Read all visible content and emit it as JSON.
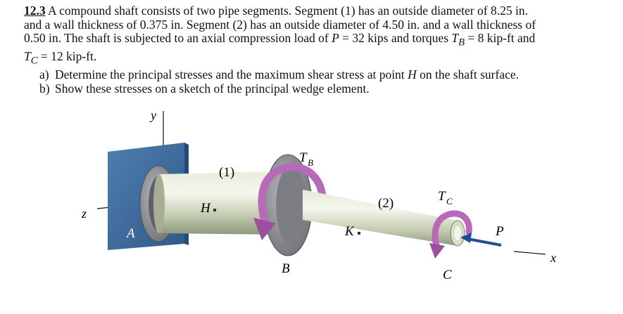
{
  "problem": {
    "number": "12.3",
    "text_line1": "A compound shaft consists of two pipe segments. Segment (1) has an outside diameter of 8.25 in.",
    "text_line2": "and a wall thickness of 0.375 in. Segment (2) has an outside diameter of 4.50 in. and a wall thickness of",
    "text_line3_a": "0.50 in. The shaft is subjected to an axial compression load of ",
    "P_sym": "P",
    "text_line3_b": " = 32 kips and torques ",
    "T_sym": "T",
    "B_sub": "B",
    "text_line3_c": " = 8 kip-ft and",
    "C_sub": "C",
    "text_line4": " = 12 kip-ft.",
    "items": [
      {
        "label": "a)",
        "text_a": "Determine the principal stresses and the maximum shear stress at point ",
        "H_sym": "H",
        "text_b": " on the shaft surface."
      },
      {
        "label": "b)",
        "text_a": "Show these stresses on a sketch of the principal wedge element."
      }
    ]
  },
  "figure": {
    "axis_y": "y",
    "axis_z": "z",
    "axis_x": "x",
    "label_A": "A",
    "label_B": "B",
    "label_C": "C",
    "label_H": "H",
    "label_K": "K",
    "label_P": "P",
    "seg1": "(1)",
    "seg2": "(2)",
    "TB_T": "T",
    "TB_sub": "B",
    "TC_T": "T",
    "TC_sub": "C",
    "colors": {
      "wall": "#3d6a9c",
      "shaft": "#c9d2b8",
      "flange": "#8b8d93",
      "torque": "#b86ab8",
      "load": "#1f4f94"
    }
  }
}
